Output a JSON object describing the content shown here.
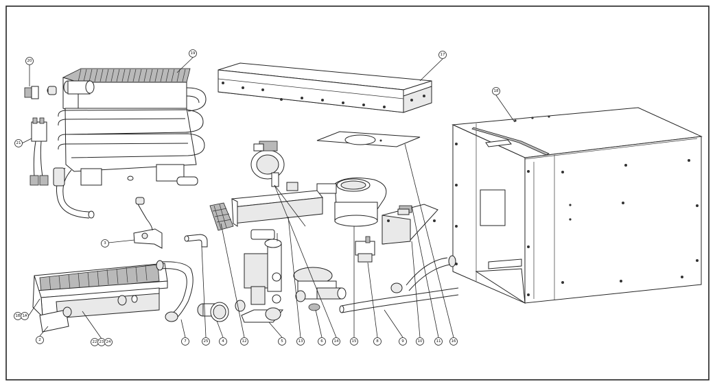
{
  "diagram": {
    "border_color": "#222222",
    "background": "#ffffff",
    "callouts": {
      "c1": "1A",
      "c1b": "1B",
      "c2": "2",
      "c3": "3",
      "c4": "4",
      "c5": "5",
      "c6": "6",
      "c7": "7",
      "c8": "8",
      "c9": "9",
      "c10": "10",
      "c11": "11",
      "c12": "12",
      "c13": "13",
      "c14": "14",
      "c15": "15",
      "c16": "16",
      "c17": "17",
      "c18": "18",
      "c19": "19",
      "c20": "20",
      "c21": "21",
      "c22": "22",
      "c23": "23",
      "c24": "24",
      "c25": "25"
    }
  }
}
